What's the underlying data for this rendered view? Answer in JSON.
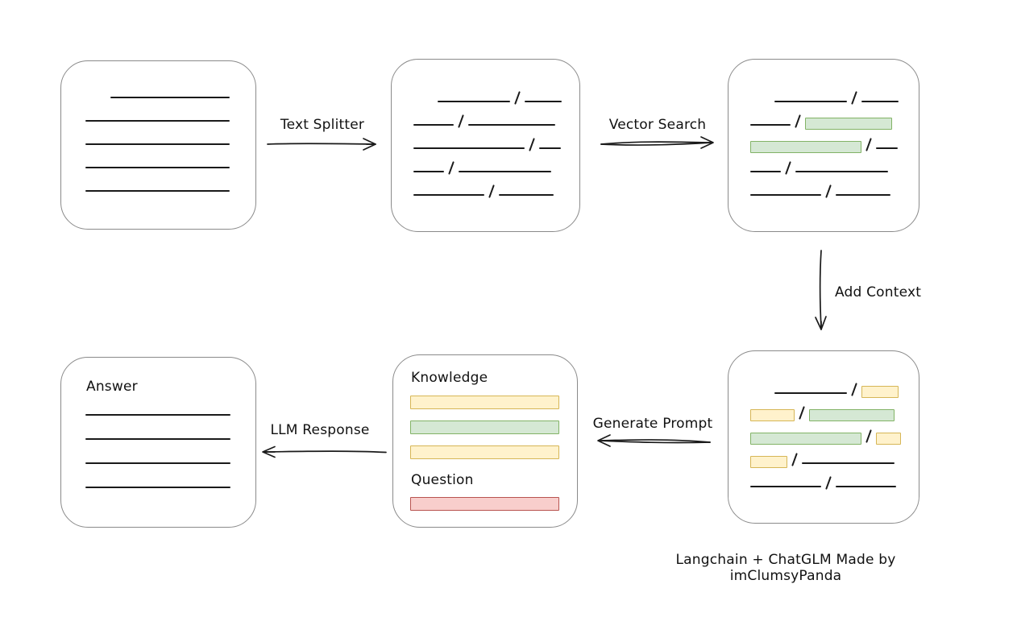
{
  "caption": "Langchain + ChatGLM Made by imClumsyPanda",
  "colors": {
    "green_fill": "#d5e8d4",
    "green_border": "#82b366",
    "yellow_fill": "#fff2cc",
    "yellow_border": "#d6b656",
    "red_fill": "#f8cecc",
    "red_border": "#b85450",
    "line": "#1a1a1a",
    "box_border": "#8a8a8a"
  },
  "arrows": {
    "text_splitter": {
      "label": "Text Splitter",
      "direction": "right"
    },
    "vector_search": {
      "label": "Vector Search",
      "direction": "right"
    },
    "add_context": {
      "label": "Add Context",
      "direction": "down"
    },
    "generate_prompt": {
      "label": "Generate Prompt",
      "direction": "left"
    },
    "llm_response": {
      "label": "LLM Response",
      "direction": "left"
    }
  },
  "boxes": {
    "document": {
      "lines": [
        {
          "indent": 31,
          "w": 148
        },
        {
          "w": 179
        },
        {
          "w": 179
        },
        {
          "w": 179
        },
        {
          "w": 179
        }
      ]
    },
    "chunks": {
      "rows": [
        {
          "indent": 30,
          "segs": [
            {
              "t": "line",
              "w": 90
            },
            {
              "t": "line",
              "w": 46
            }
          ]
        },
        {
          "segs": [
            {
              "t": "line",
              "w": 50
            },
            {
              "t": "line",
              "w": 108
            }
          ]
        },
        {
          "segs": [
            {
              "t": "line",
              "w": 138
            },
            {
              "t": "line",
              "w": 27
            }
          ]
        },
        {
          "segs": [
            {
              "t": "line",
              "w": 38
            },
            {
              "t": "line",
              "w": 115
            }
          ]
        },
        {
          "segs": [
            {
              "t": "line",
              "w": 88
            },
            {
              "t": "line",
              "w": 68
            }
          ]
        }
      ]
    },
    "vector_results": {
      "rows": [
        {
          "indent": 30,
          "segs": [
            {
              "t": "line",
              "w": 90
            },
            {
              "t": "line",
              "w": 46
            }
          ]
        },
        {
          "segs": [
            {
              "t": "line",
              "w": 50
            },
            {
              "t": "green",
              "w": 108
            }
          ]
        },
        {
          "segs": [
            {
              "t": "green",
              "w": 138
            },
            {
              "t": "line",
              "w": 27
            }
          ]
        },
        {
          "segs": [
            {
              "t": "line",
              "w": 38
            },
            {
              "t": "line",
              "w": 115
            }
          ]
        },
        {
          "segs": [
            {
              "t": "line",
              "w": 88
            },
            {
              "t": "line",
              "w": 68
            }
          ]
        }
      ]
    },
    "context": {
      "rows": [
        {
          "indent": 30,
          "segs": [
            {
              "t": "line",
              "w": 90
            },
            {
              "t": "yellow",
              "w": 46
            }
          ]
        },
        {
          "segs": [
            {
              "t": "yellow",
              "w": 55
            },
            {
              "t": "green",
              "w": 106
            }
          ]
        },
        {
          "segs": [
            {
              "t": "green",
              "w": 138
            },
            {
              "t": "yellow",
              "w": 31
            }
          ]
        },
        {
          "segs": [
            {
              "t": "yellow",
              "w": 46
            },
            {
              "t": "line",
              "w": 115
            }
          ]
        },
        {
          "segs": [
            {
              "t": "line",
              "w": 88
            },
            {
              "t": "line",
              "w": 75
            }
          ]
        }
      ]
    },
    "prompt": {
      "knowledge_label": "Knowledge",
      "knowledge_bars": [
        {
          "color": "yellow"
        },
        {
          "color": "green"
        },
        {
          "color": "yellow"
        }
      ],
      "question_label": "Question",
      "question_bars": [
        {
          "color": "red"
        }
      ]
    },
    "answer": {
      "label": "Answer",
      "lines": [
        {
          "w": 180
        },
        {
          "w": 180
        },
        {
          "w": 180
        },
        {
          "w": 180
        }
      ]
    }
  }
}
